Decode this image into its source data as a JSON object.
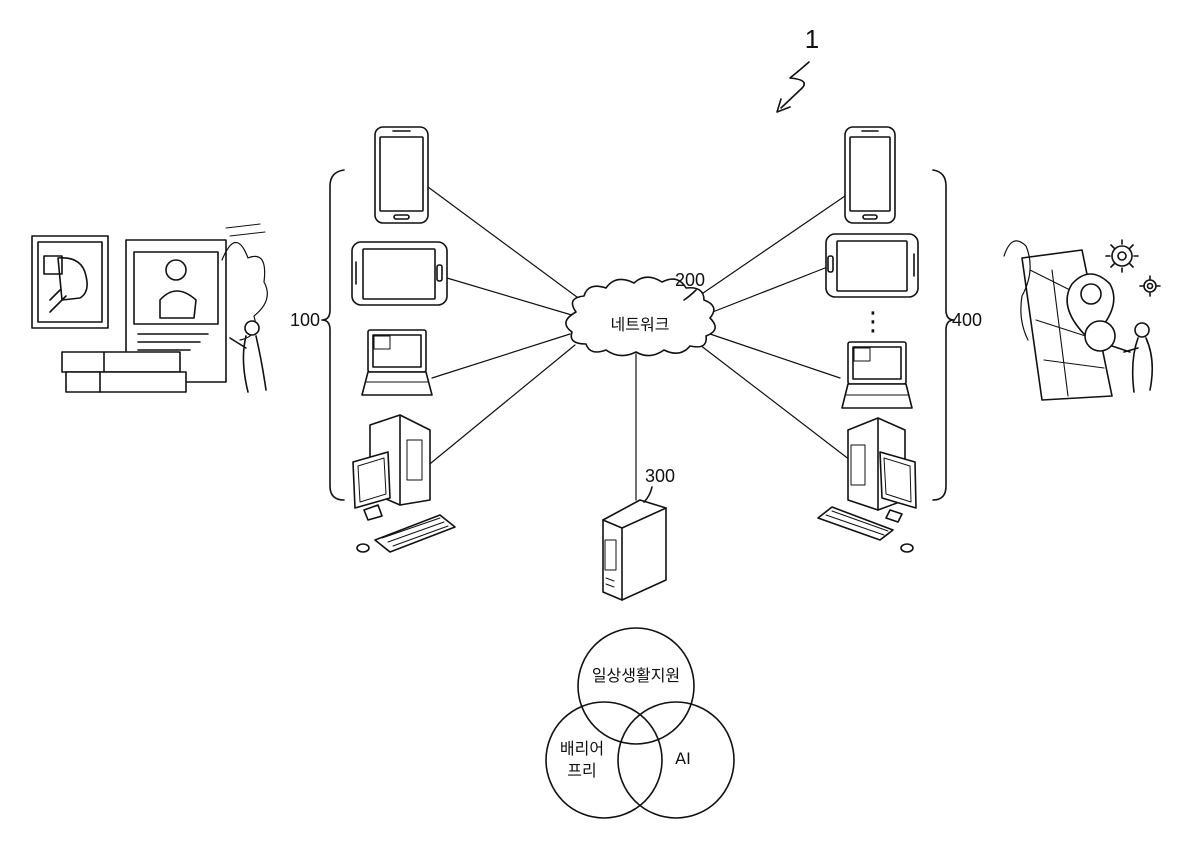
{
  "figure_number": "1",
  "labels": {
    "group_left": "100",
    "network_ref": "200",
    "server_ref": "300",
    "group_right": "400",
    "network_text": "네트워크"
  },
  "venn": {
    "top": "일상생활지원",
    "left_line1": "배리어",
    "left_line2": "프리",
    "right": "AI"
  },
  "ellipsis": "⋮"
}
